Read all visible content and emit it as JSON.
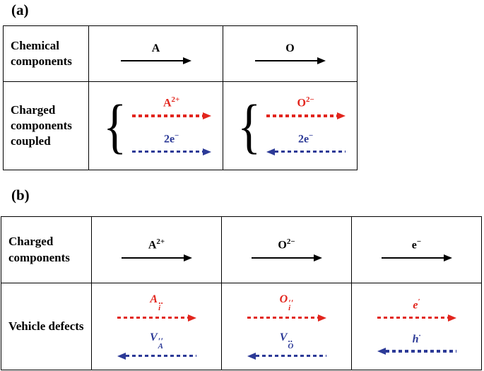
{
  "colors": {
    "red": "#e2251d",
    "blue": "#2c3a97"
  },
  "panel_a": {
    "label": "(a)",
    "row1_header": "Chemical components",
    "row2_header": "Charged components coupled",
    "brace": "{",
    "col1": {
      "chemical": {
        "base": "A"
      },
      "charged_red": {
        "base": "A",
        "sup": "2+"
      },
      "charged_blue": {
        "base": "2e",
        "sup": "−"
      }
    },
    "col2": {
      "chemical": {
        "base": "O"
      },
      "charged_red": {
        "base": "O",
        "sup": "2−"
      },
      "charged_blue": {
        "base": "2e",
        "sup": "−"
      }
    }
  },
  "panel_b": {
    "label": "(b)",
    "row1_header": "Charged components",
    "row2_header": "Vehicle defects",
    "col1": {
      "charged": {
        "base": "A",
        "sup": "2+"
      },
      "defect_red": {
        "base": "A",
        "sub": "i",
        "sup": "··"
      },
      "defect_blue": {
        "base": "V",
        "sub": "A",
        "sup": "′′"
      }
    },
    "col2": {
      "charged": {
        "base": "O",
        "sup": "2−"
      },
      "defect_red": {
        "base": "O",
        "sub": "i",
        "sup": "′′"
      },
      "defect_blue": {
        "base": "V",
        "sub": "O",
        "sup": "··"
      }
    },
    "col3": {
      "charged": {
        "base": "e",
        "sup": "−"
      },
      "defect_red": {
        "base": "e",
        "sup": "′"
      },
      "defect_blue": {
        "base": "h",
        "sup": "·"
      }
    }
  }
}
